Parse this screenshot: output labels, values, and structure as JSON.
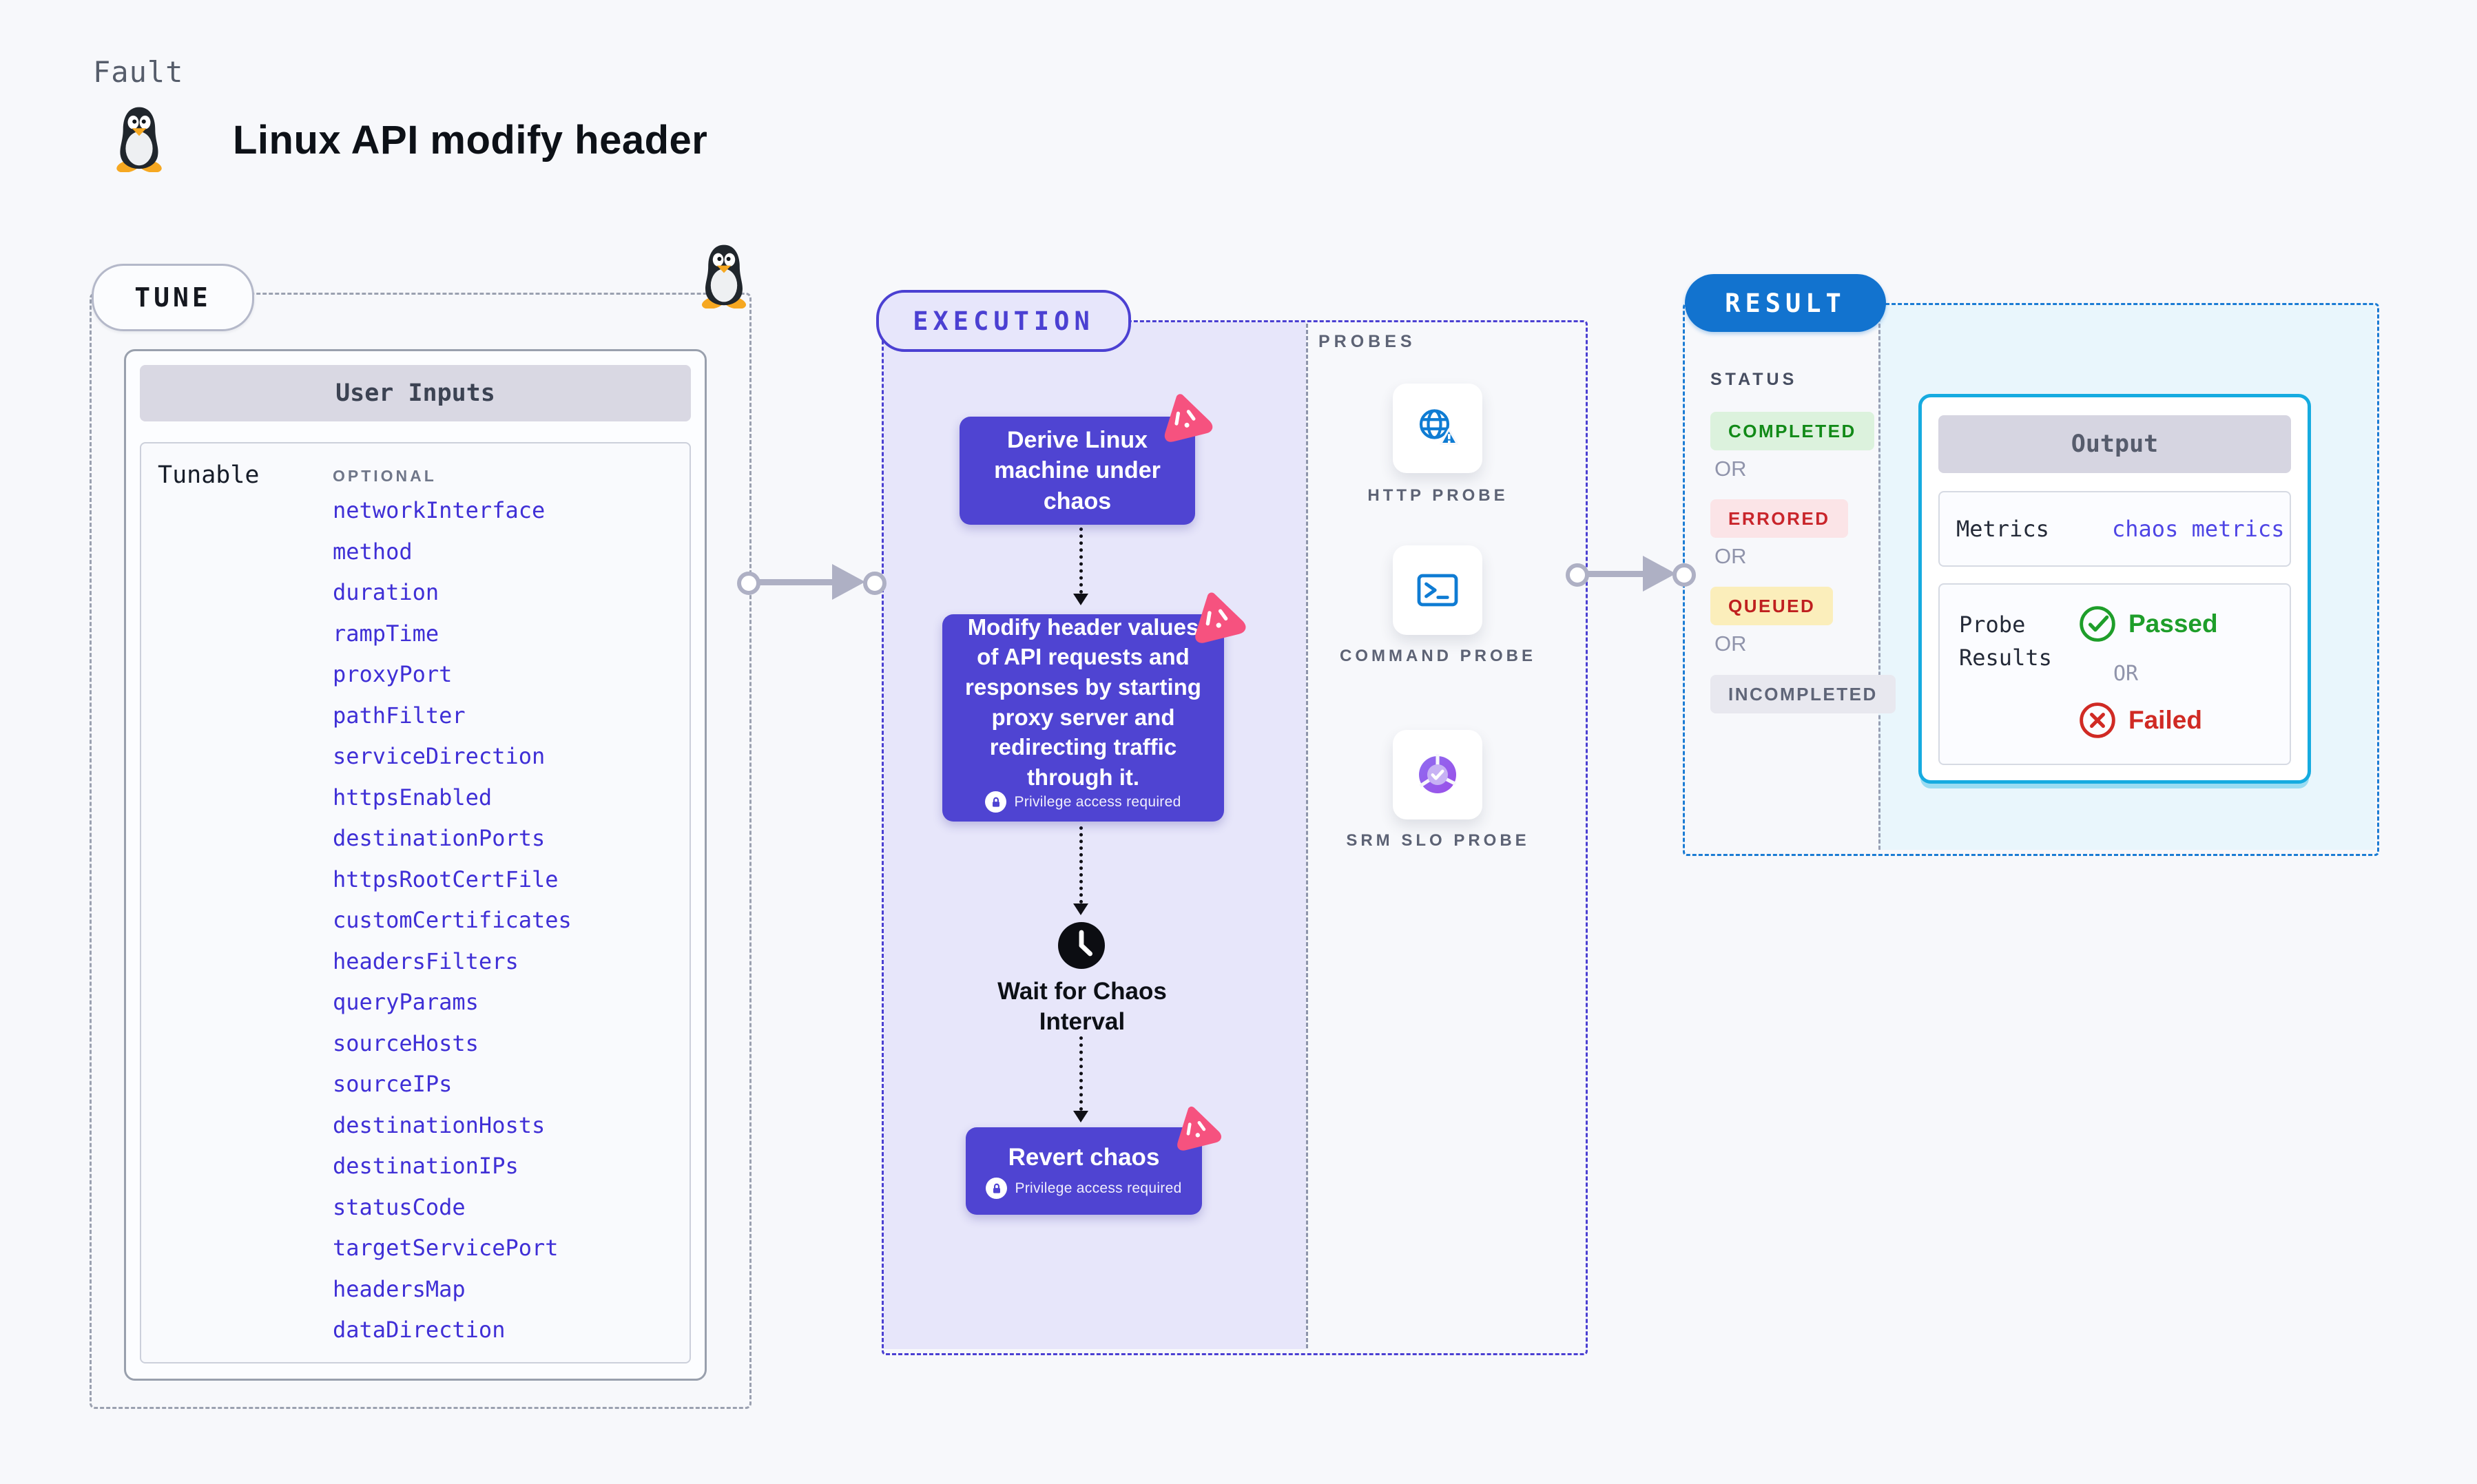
{
  "page": {
    "kicker": "Fault",
    "title": "Linux API modify header"
  },
  "tune": {
    "badge": "TUNE",
    "card_title": "User Inputs",
    "row_label": "Tunable",
    "optional_label": "OPTIONAL",
    "tunables": [
      "networkInterface",
      "method",
      "duration",
      "rampTime",
      "proxyPort",
      "pathFilter",
      "serviceDirection",
      "httpsEnabled",
      "destinationPorts",
      "httpsRootCertFile",
      "customCertificates",
      "headersFilters",
      "queryParams",
      "sourceHosts",
      "sourceIPs",
      "destinationHosts",
      "destinationIPs",
      "statusCode",
      "targetServicePort",
      "headersMap",
      "dataDirection"
    ]
  },
  "execution": {
    "badge": "EXECUTION",
    "privilege_label": "Privilege access required",
    "steps": {
      "derive": "Derive Linux machine under chaos",
      "modify": "Modify header values of API requests and responses by starting proxy server and redirecting traffic through it.",
      "wait": "Wait for Chaos Interval",
      "revert": "Revert chaos"
    },
    "probes": {
      "title": "PROBES",
      "items": [
        {
          "label": "HTTP PROBE",
          "icon": "http-probe-icon"
        },
        {
          "label": "COMMAND PROBE",
          "icon": "command-probe-icon"
        },
        {
          "label": "SRM SLO PROBE",
          "icon": "srm-slo-probe-icon"
        }
      ]
    }
  },
  "result": {
    "badge": "RESULT",
    "status": {
      "title": "STATUS",
      "or_label": "OR",
      "values": [
        "COMPLETED",
        "ERRORED",
        "QUEUED",
        "INCOMPLETED"
      ]
    },
    "output": {
      "title": "Output",
      "metrics_label": "Metrics",
      "metrics_link": "chaos metrics",
      "probe_results_label": "Probe Results",
      "passed_label": "Passed",
      "or_label": "OR",
      "failed_label": "Failed"
    }
  },
  "colors": {
    "accent_indigo": "#4b40d2",
    "step_purple": "#4f44d2",
    "accent_blue": "#1273cf",
    "accent_cyan": "#16abe0",
    "link_blue": "#3f2fd6",
    "passed_green": "#1e9e2a",
    "failed_red": "#d02a24",
    "lavender_fill": "#e7e6fa",
    "cyan_fill": "#e9f6fc",
    "chaos_pink": "#f6527f"
  }
}
